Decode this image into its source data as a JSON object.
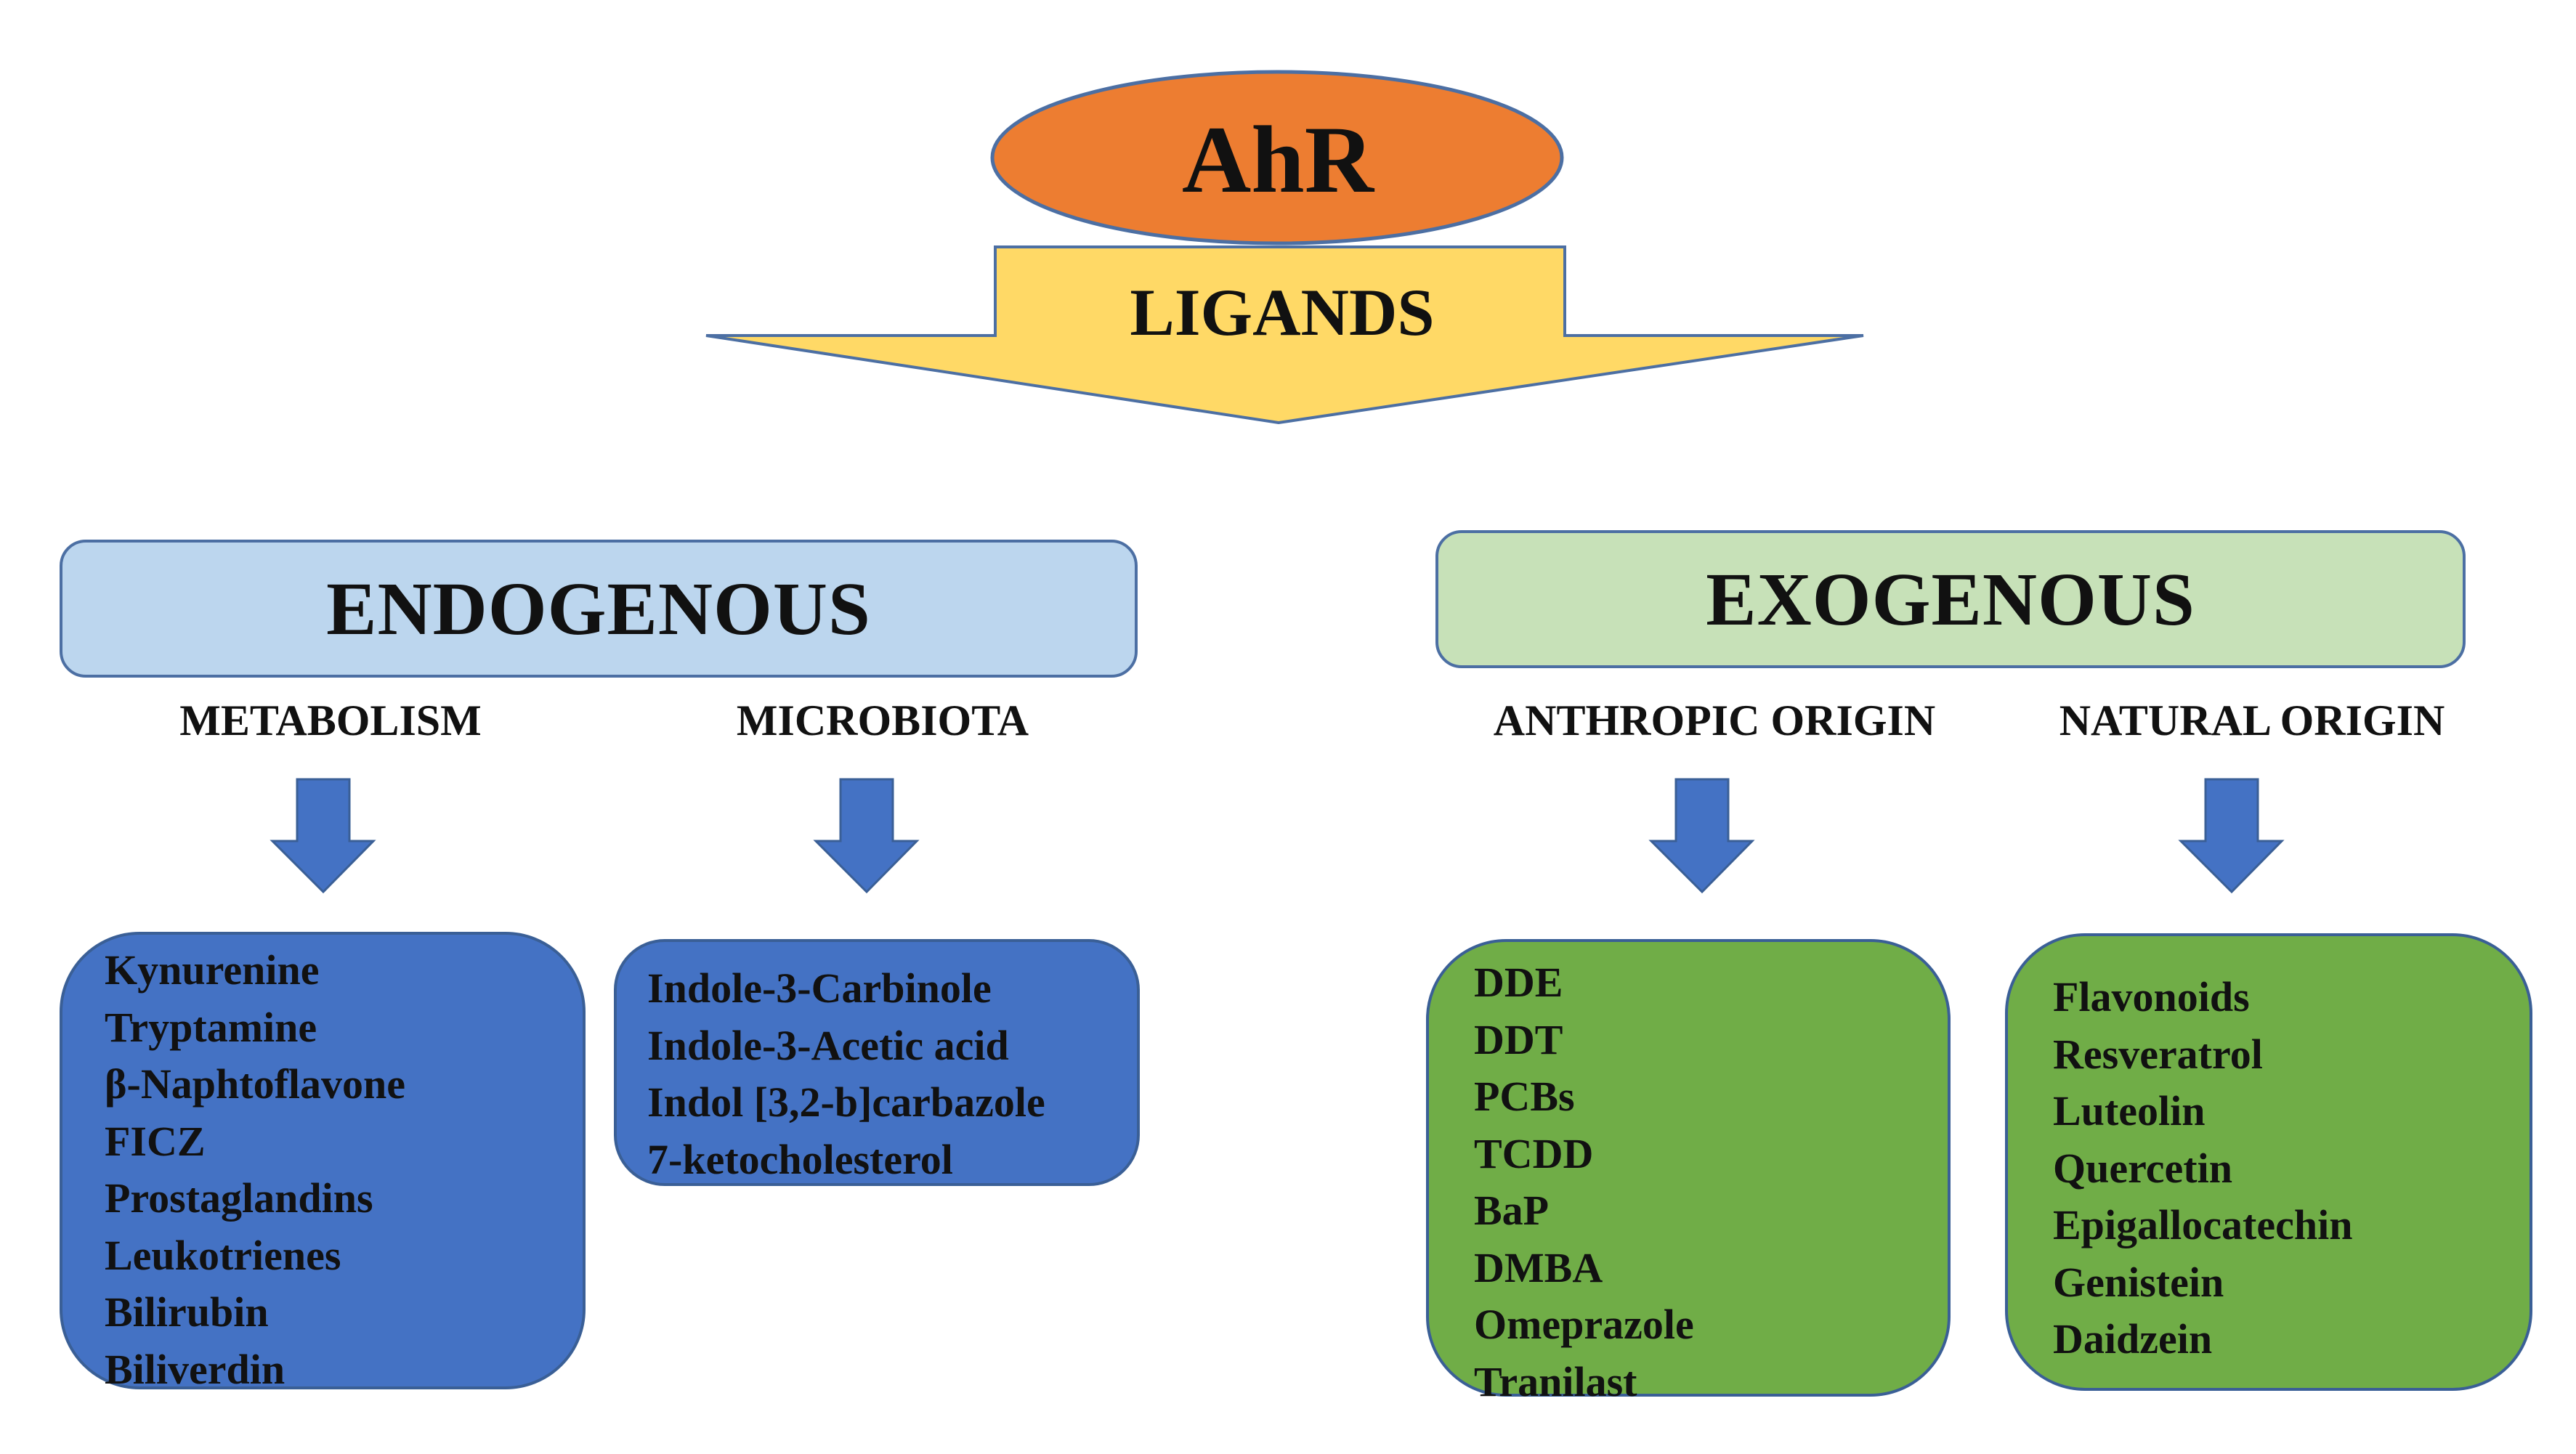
{
  "root": {
    "label": "AhR"
  },
  "ligands_label": "LIGANDS",
  "colors": {
    "root_fill": "#ed7d31",
    "arrow_fill": "#ffd966",
    "endogenous_fill": "#bcd6ee",
    "exogenous_fill": "#c7e1b8",
    "blue_box": "#4472c4",
    "green_box": "#70ad47",
    "small_arrow": "#4472c4"
  },
  "endogenous": {
    "title": "ENDOGENOUS",
    "metabolism": {
      "heading": "METABOLISM",
      "items": [
        "Kynurenine",
        "Tryptamine",
        "β-Naphtoflavone",
        "FICZ",
        "Prostaglandins",
        "Leukotrienes",
        "Bilirubin",
        "Biliverdin"
      ]
    },
    "microbiota": {
      "heading": "MICROBIOTA",
      "items": [
        "Indole-3-Carbinole",
        "Indole-3-Acetic acid",
        "Indol [3,2-b]carbazole",
        "7-ketocholesterol"
      ]
    }
  },
  "exogenous": {
    "title": "EXOGENOUS",
    "anthropic": {
      "heading": "ANTHROPIC ORIGIN",
      "items": [
        "DDE",
        "DDT",
        "PCBs",
        "TCDD",
        "BaP",
        "DMBA",
        "Omeprazole",
        "Tranilast"
      ]
    },
    "natural": {
      "heading": "NATURAL ORIGIN",
      "items": [
        "Flavonoids",
        "Resveratrol",
        "Luteolin",
        "Quercetin",
        "Epigallocatechin",
        "Genistein",
        "Daidzein"
      ]
    }
  }
}
